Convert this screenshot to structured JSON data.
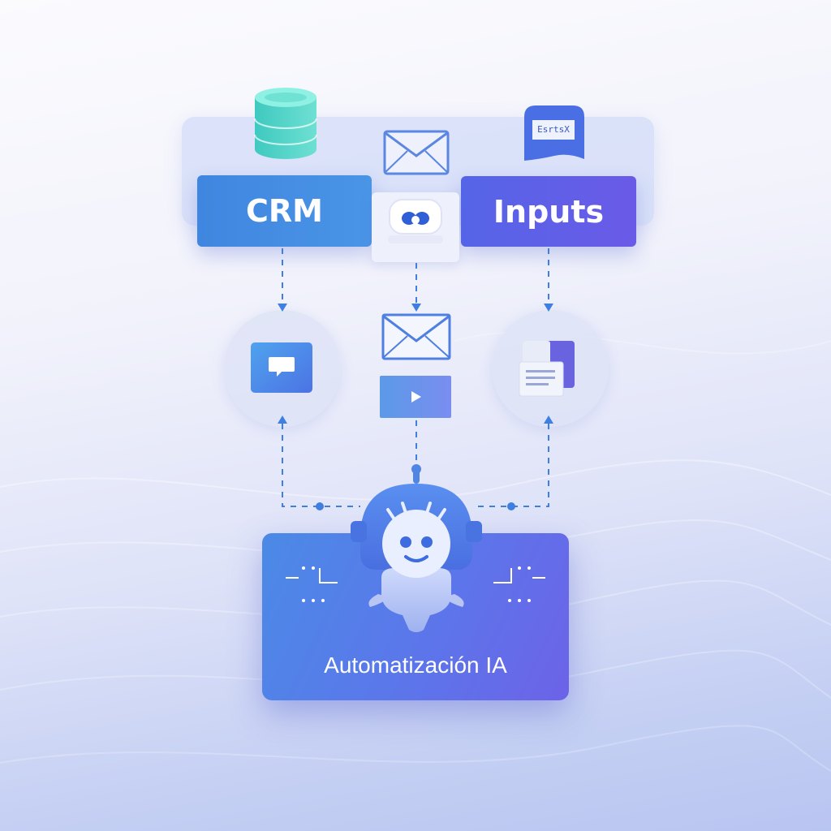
{
  "diagram": {
    "top_boxes": {
      "crm": {
        "label": "CRM"
      },
      "inputs": {
        "label": "Inputs"
      }
    },
    "document_icon_text": "EsrtsX",
    "bottom_box": {
      "label": "Automatización IA"
    }
  },
  "icons": {
    "database": "database-icon",
    "mail_top": "mail-icon",
    "document": "document-icon",
    "bot_small": "bot-icon",
    "chat": "chat-icon",
    "mail_mid": "mail-icon",
    "video": "play-icon",
    "files": "files-icon",
    "robot": "robot-icon"
  },
  "colors": {
    "crm": "#4a8fe4",
    "inputs": "#5d62e8",
    "automation": "#5a78ea",
    "connector": "#3f7fe0"
  }
}
